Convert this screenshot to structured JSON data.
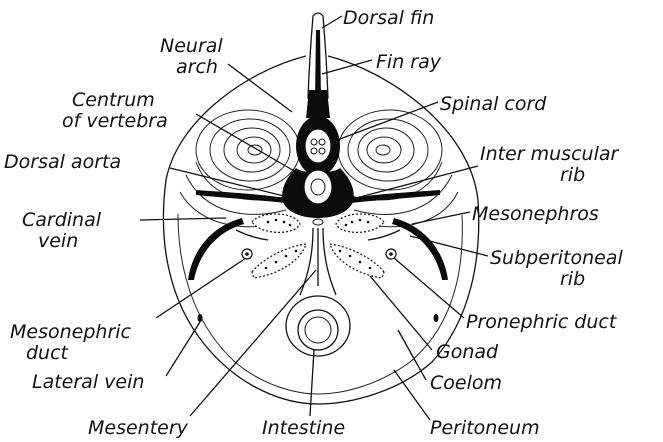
{
  "figure": {
    "labels": {
      "dorsal_fin": "Dorsal fin",
      "neural_arch_1": "Neural",
      "neural_arch_2": "arch",
      "fin_ray": "Fin ray",
      "centrum_1": "Centrum",
      "centrum_2": "of vertebra",
      "spinal_cord": "Spinal cord",
      "dorsal_aorta": "Dorsal aorta",
      "inter_muscular_1": "Inter muscular",
      "inter_muscular_2": "rib",
      "cardinal_1": "Cardinal",
      "cardinal_2": "vein",
      "mesonephros": "Mesonephros",
      "subperitoneal_1": "Subperitoneal",
      "subperitoneal_2": "rib",
      "mesonephric_1": "Mesonephric",
      "mesonephric_2": "duct",
      "pronephric_duct": "Pronephric duct",
      "lateral_vein": "Lateral vein",
      "gonad": "Gonad",
      "coelom": "Coelom",
      "mesentery": "Mesentery",
      "intestine": "Intestine",
      "peritoneum": "Peritoneum"
    }
  }
}
